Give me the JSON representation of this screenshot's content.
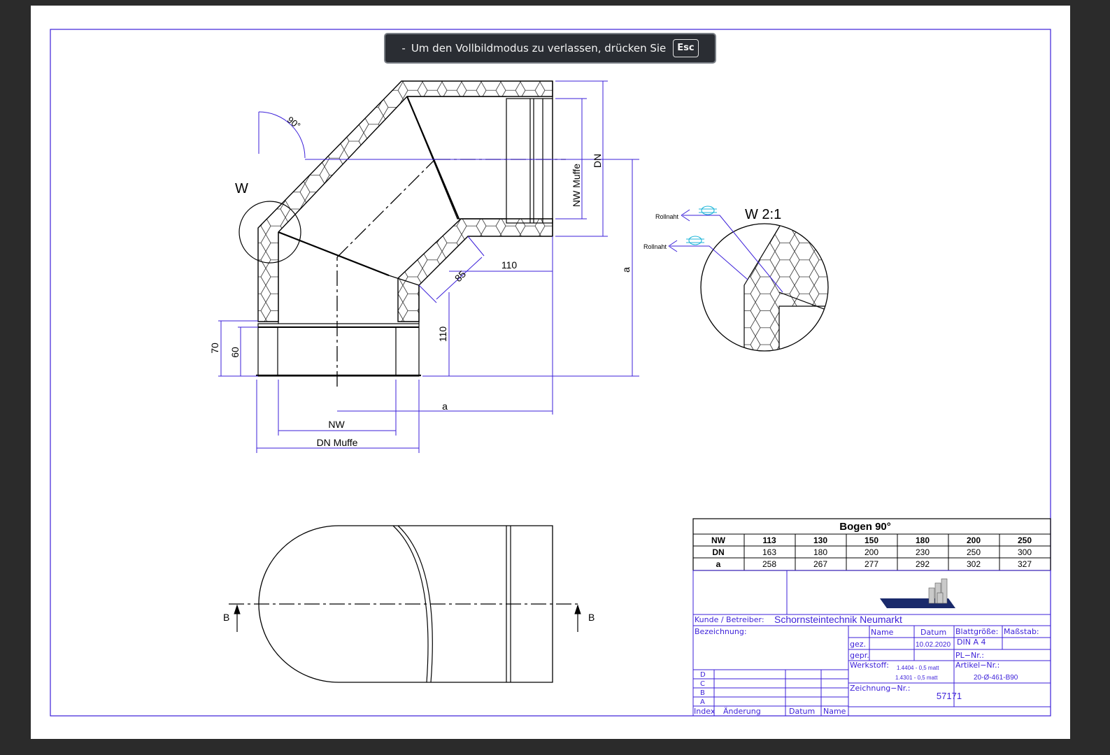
{
  "fullscreen_notice": {
    "dash": "-",
    "message": "Um den Vollbildmodus zu verlassen, drücken Sie",
    "key": "Esc"
  },
  "drawing": {
    "angle_label": "90°",
    "detail_marker": "W",
    "detail_title": "W 2:1",
    "weld_label": "Rollnaht",
    "dims": {
      "nw_muffe": "NW Muffe",
      "dn": "DN",
      "a": "a",
      "d110": "110",
      "d85": "85",
      "d70": "70",
      "d60": "60",
      "nw": "NW",
      "dn_muffe": "DN Muffe"
    },
    "section_mark": "B"
  },
  "table": {
    "title": "Bogen 90°",
    "headers": [
      "NW",
      "113",
      "130",
      "150",
      "180",
      "200",
      "250"
    ],
    "rows": [
      [
        "DN",
        "163",
        "180",
        "200",
        "230",
        "250",
        "300"
      ],
      [
        "a",
        "258",
        "267",
        "277",
        "292",
        "302",
        "327"
      ]
    ]
  },
  "title_block": {
    "kunde_label": "Kunde / Betreiber:",
    "kunde_value": "Schornsteintechnik Neumarkt",
    "bezeichnung_label": "Bezeichnung:",
    "name_label": "Name",
    "datum_label": "Datum",
    "blattgroesse_label": "Blattgröße:",
    "massstab_label": "Maßstab:",
    "gez_label": "gez.",
    "gez_date": "10.02.2020",
    "blatt_value": "DIN  A  4",
    "gepr_label": "gepr.",
    "plnr_label": "PL−Nr.:",
    "werkstoff_label": "Werkstoff:",
    "werkstoff_1": "1.4404 - 0,5 matt",
    "werkstoff_2": "1.4301 - 0,5  matt",
    "artikel_label": "Artikel−Nr.:",
    "artikel_value": "20-Ø-461-B90",
    "zeichnung_label": "Zeichnung−Nr.:",
    "zeichnung_value": "57171",
    "index_rows": [
      "D",
      "C",
      "B",
      "A"
    ],
    "index_label": "Index",
    "aenderung_label": "Änderung",
    "rev_datum_label": "Datum",
    "rev_name_label": "Name"
  }
}
